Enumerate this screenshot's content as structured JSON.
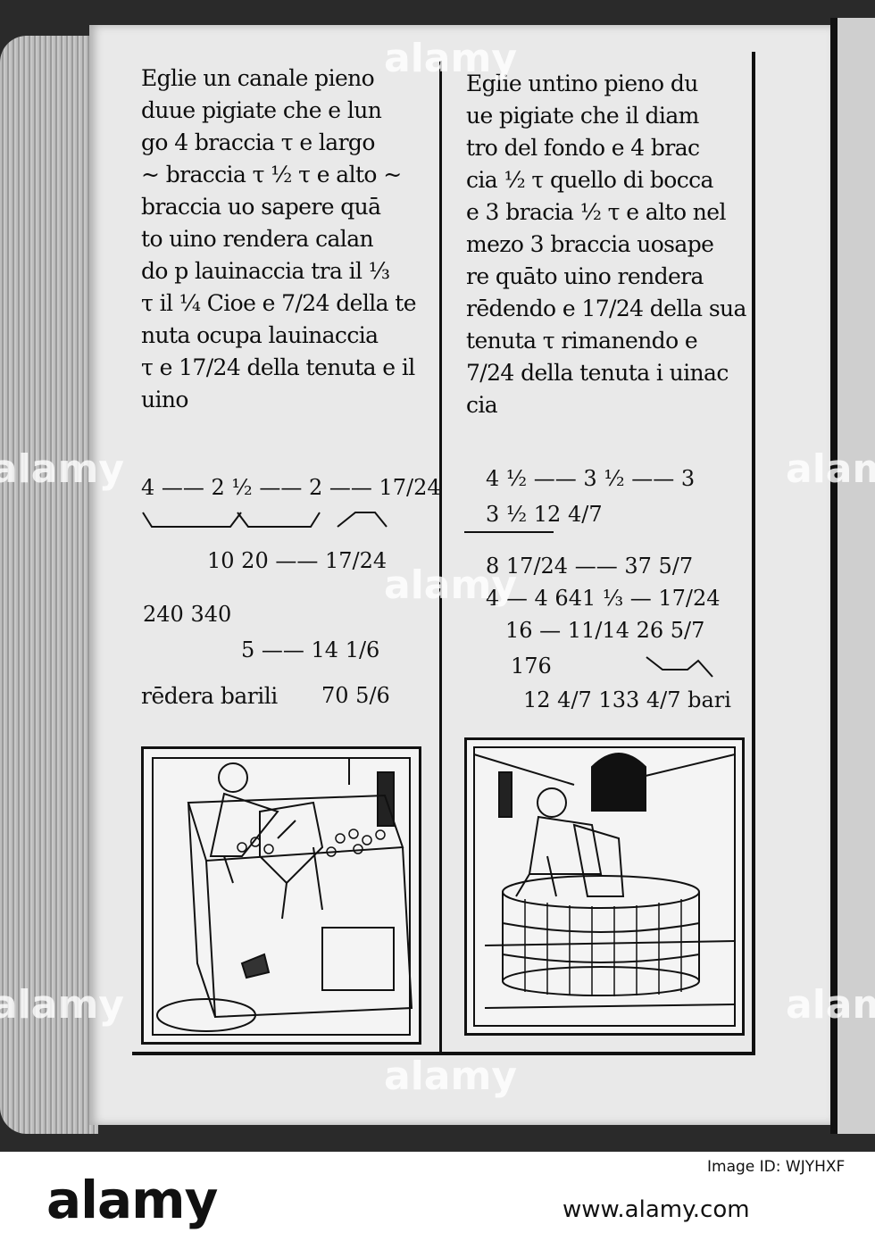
{
  "left_column": {
    "lines": [
      "Eglie un canale pieno",
      "duue pigiate che e lun",
      "go 4 braccia τ e largo",
      "~ braccia τ ½ τ e alto ~",
      "braccia uo sapere quā",
      "to uino rendera calan",
      "do p lauinaccia tra il ⅓",
      "τ il ¼ Cioe e 7/24 della te",
      "nuta ocupa lauinaccia",
      "τ e 17/24 della tenuta e il",
      "uino"
    ],
    "calc": [
      "4 —— 2 ½ —— 2 —— 17/24",
      "10      20 —— 17/24",
      "240        340",
      "5 ——    14 1/6"
    ],
    "result": "rēdera barili",
    "result_value": "70 5/6"
  },
  "right_column": {
    "lines": [
      "Eglie untino pieno du",
      "ue pigiate che il diam",
      "tro del fondo e 4 brac",
      "cia ½ τ quello di bocca",
      "e 3 bracia ½ τ e alto nel",
      "mezo 3 braccia uosape",
      "re quāto uino rendera",
      "rēdendo e 17/24 della sua",
      "tenuta τ rimanendo e",
      "7/24 della tenuta i uinac",
      "cia"
    ],
    "calc": [
      "4 ½ —— 3 ½ —— 3",
      "3 ½      12 4/7",
      "8   17/24 —— 37 5/7",
      "4 — 4   641 ⅓ — 17/24",
      "16 — 11/14   26 5/7",
      "176",
      "12 4/7   133 4/7 bari"
    ]
  },
  "watermark": {
    "text": "alamy"
  },
  "footer": {
    "brand": "alamy",
    "image_id_label": "Image ID: WJYHXF",
    "site": "www.alamy.com"
  }
}
